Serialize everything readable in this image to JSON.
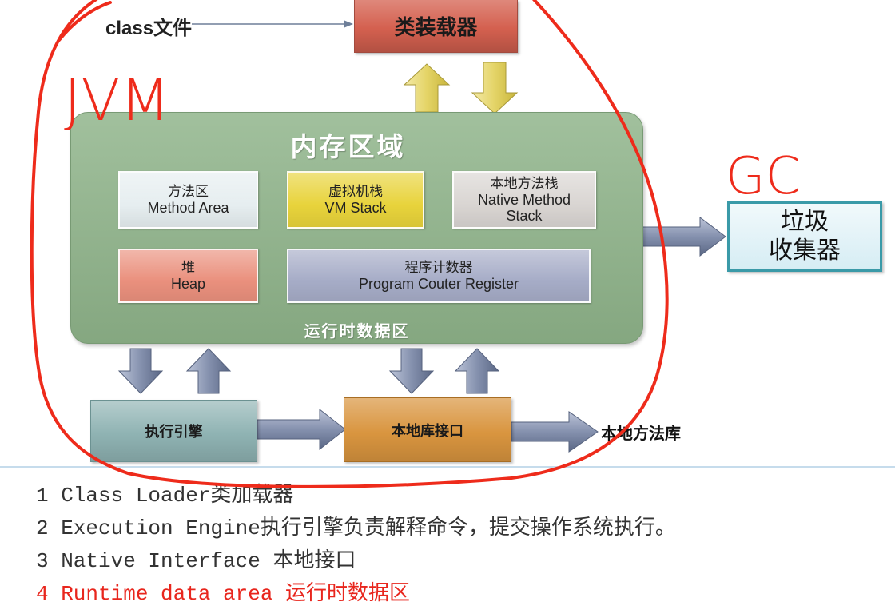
{
  "diagram": {
    "class_file_label": "class文件",
    "class_loader": "类装载器",
    "memory": {
      "title": "内存区域",
      "method_area": {
        "zh": "方法区",
        "en": "Method Area"
      },
      "vm_stack": {
        "zh": "虚拟机栈",
        "en": "VM Stack"
      },
      "native_method_stack": {
        "zh": "本地方法栈",
        "en": [
          "Native Method",
          "Stack"
        ]
      },
      "heap": {
        "zh": "堆",
        "en": "Heap"
      },
      "program_counter": {
        "zh": "程序计数器",
        "en": "Program Couter Register"
      },
      "runtime_label": "运行时数据区"
    },
    "garbage_collector": [
      "垃圾",
      "收集器"
    ],
    "execution_engine": "执行引擎",
    "native_interface": "本地库接口",
    "native_library": "本地方法库"
  },
  "annotations": {
    "jvm": "JVM",
    "gc": "GC"
  },
  "notes": [
    {
      "text": "1 Class Loader类加载器",
      "color": "#333333"
    },
    {
      "text": "2 Execution Engine执行引擎负责解释命令，提交操作系统执行。",
      "color": "#333333"
    },
    {
      "text": "3 Native Interface 本地接口",
      "color": "#333333"
    },
    {
      "text": "4 Runtime data area 运行时数据区",
      "color": "#e8261d"
    }
  ],
  "colors": {
    "annotation": "#ee2b1b",
    "class_loader": "#d4604f",
    "memory_area": "#8fb48a",
    "method_area": "#e6eef0",
    "vm_stack": "#e8d33b",
    "native_method_stack": "#d9d5d2",
    "heap": "#ea907d",
    "program_counter": "#a6acc7",
    "garbage_collector": "#d6edf4",
    "garbage_collector_border": "#3a9aa8",
    "execution_engine": "#8fb3b3",
    "native_interface": "#d9953f"
  }
}
